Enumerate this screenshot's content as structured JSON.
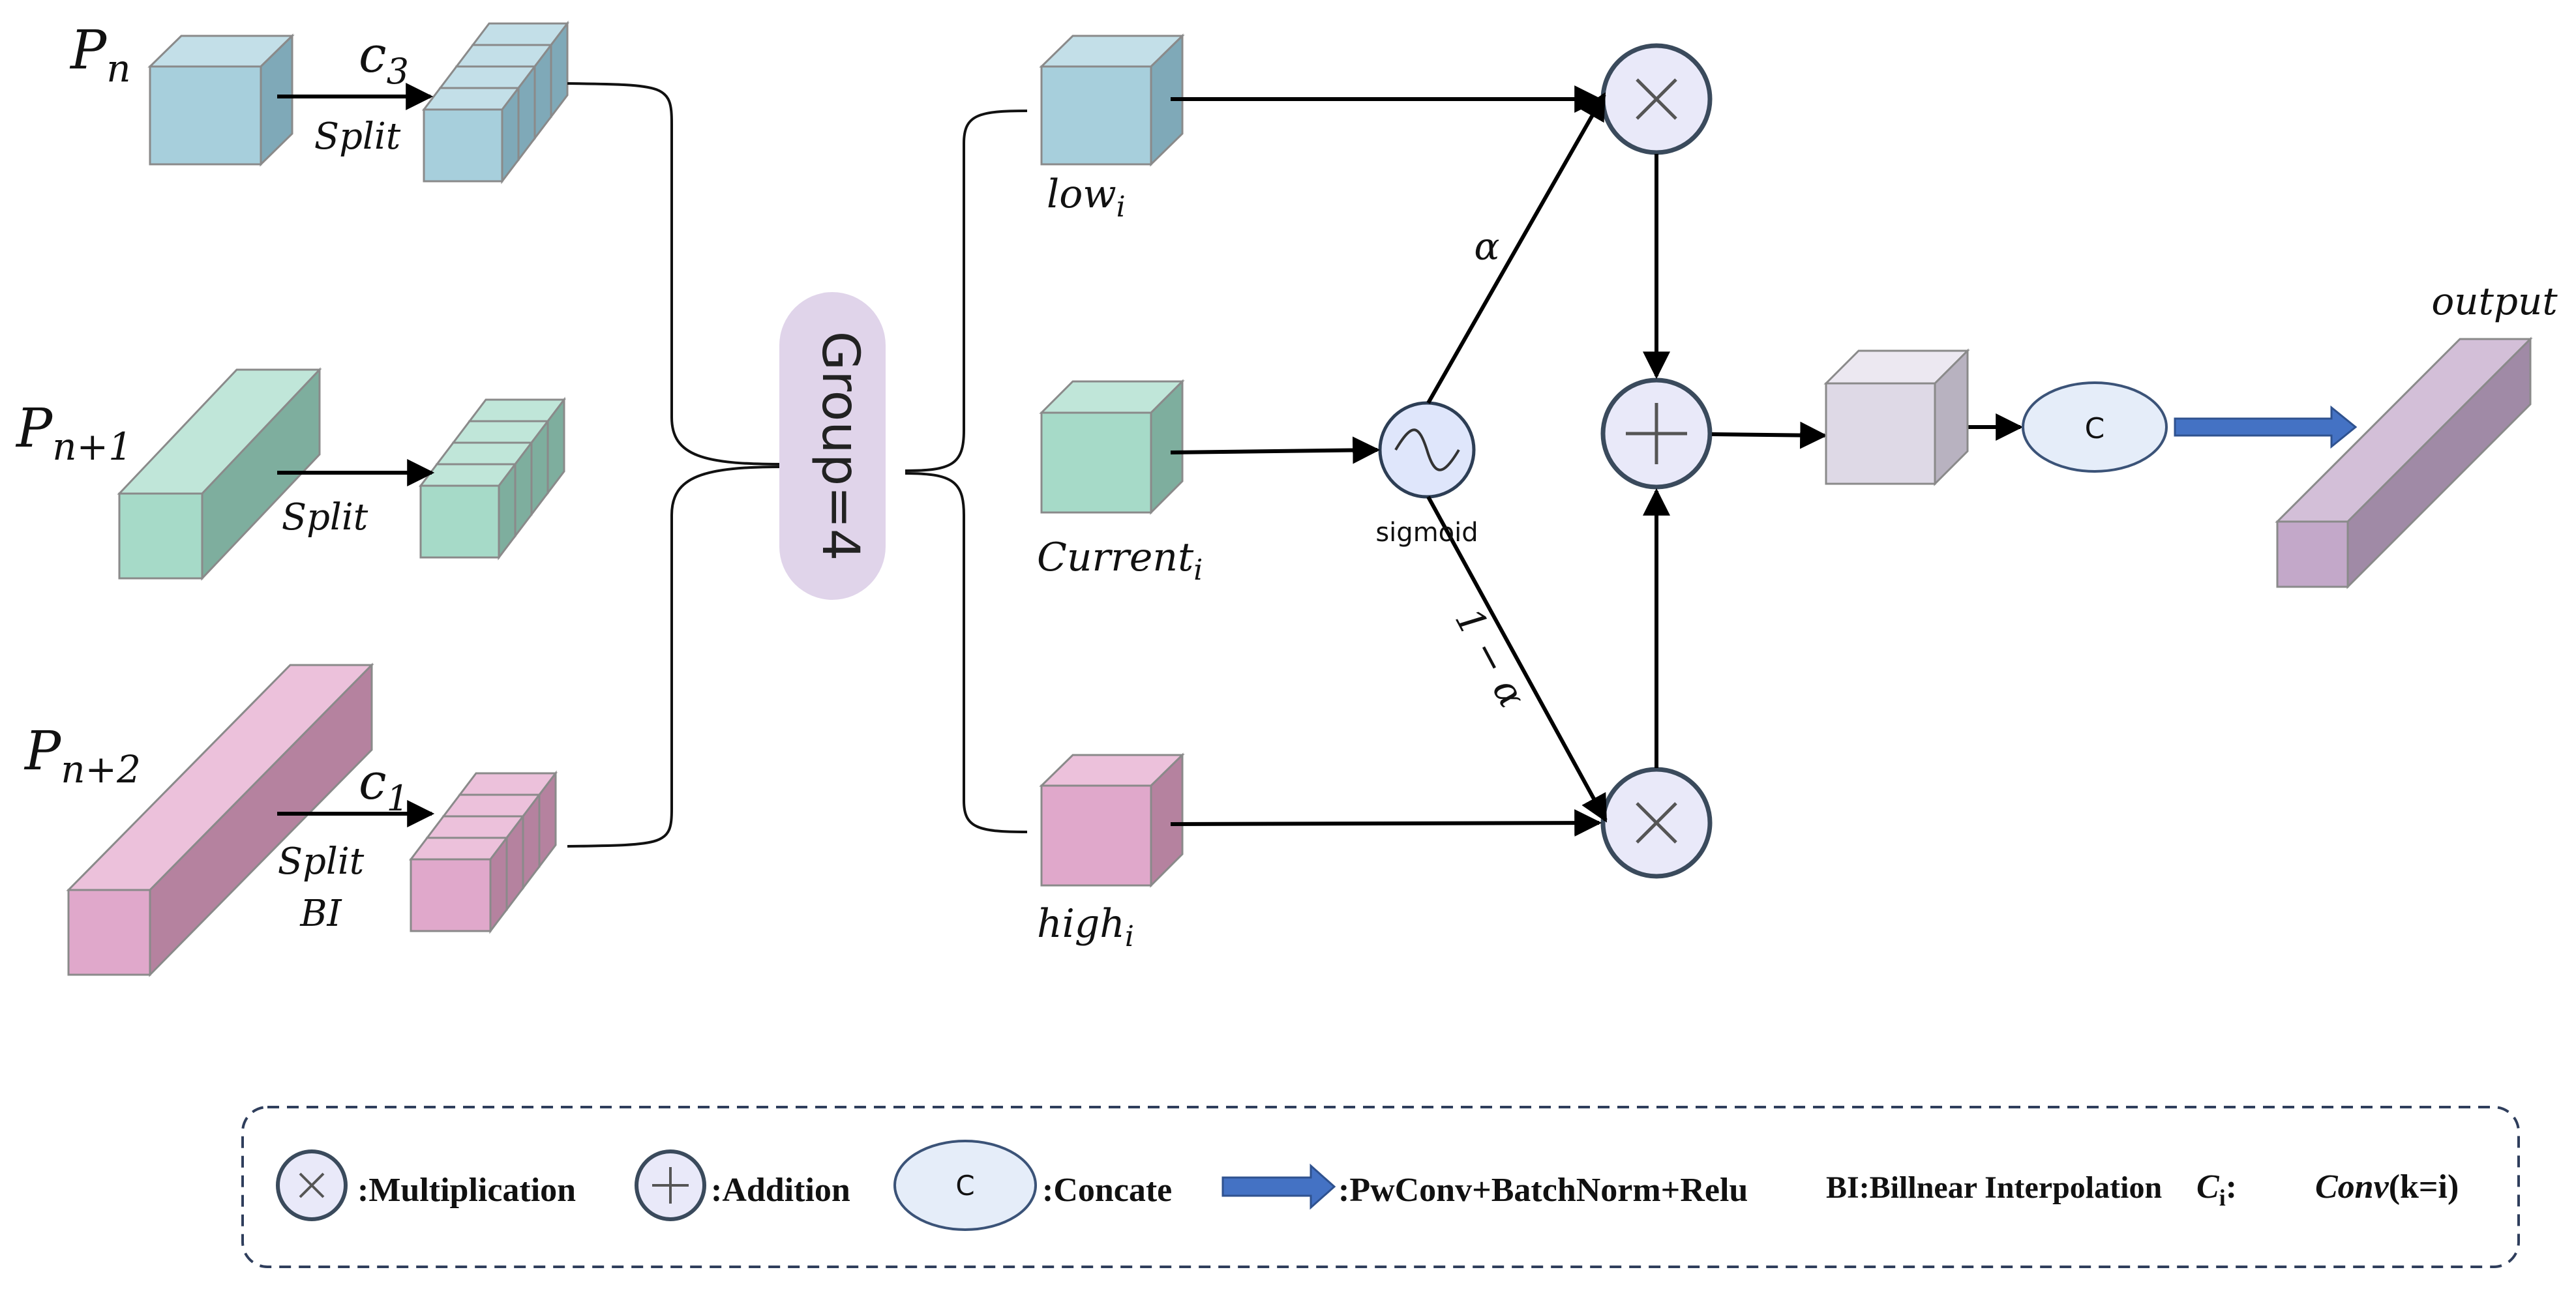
{
  "inputs": {
    "pn": {
      "base": "P",
      "sub": "n"
    },
    "pn1": {
      "base": "P",
      "sub": "n+1"
    },
    "pn2": {
      "base": "P",
      "sub": "n+2"
    }
  },
  "ops": {
    "c3": {
      "base": "c",
      "sub": "3"
    },
    "c1": {
      "base": "c",
      "sub": "1"
    },
    "split": "Split",
    "bi": "BI"
  },
  "group_label": "Group=4",
  "branches": {
    "low": {
      "base": "low",
      "sub": "i"
    },
    "current": {
      "base": "Current",
      "sub": "i"
    },
    "high": {
      "base": "high",
      "sub": "i"
    }
  },
  "gate": {
    "sigmoid": "sigmoid",
    "alpha": "α",
    "one_minus_alpha": "1 − α"
  },
  "concat_symbol": "C",
  "output_label": "output",
  "legend": {
    "multiplication": ":Multiplication",
    "addition": ":Addition",
    "concat_symbol": "C",
    "concate": ":Concate",
    "pwconv": ":PwConv+BatchNorm+Relu",
    "bi": "BI:Billnear Interpolation",
    "ci_base": "C",
    "ci_sub": "i",
    "ci_sep": ":",
    "conv": "Conv",
    "conv_arg": "(k=i)"
  },
  "colors": {
    "blue_front": "#a7cfdc",
    "blue_top": "#c3dfe8",
    "blue_side": "#7fa9b8",
    "green_front": "#a6dac8",
    "green_top": "#c0e6d9",
    "green_side": "#7eae9e",
    "pink_front": "#e0a8cb",
    "pink_top": "#ecc1db",
    "pink_side": "#b5829f",
    "grey_front": "#ded9e6",
    "grey_top": "#ece8f1",
    "grey_side": "#b8b2c0",
    "purple_front": "#c3a8c9",
    "purple_top": "#d3bfd8",
    "purple_side": "#a08aa6",
    "op_fill": "#e9e9f9",
    "op_stroke": "#3a4a5c",
    "sigmoid_fill": "#dfe6fb",
    "concat_fill": "#e5edf9",
    "group_fill": "#e0d4ea",
    "pw_arrow": "#4472c4"
  }
}
